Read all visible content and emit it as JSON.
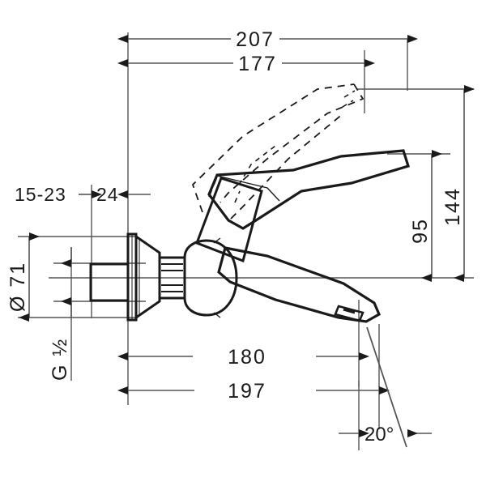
{
  "drawing": {
    "title": "Wall-mounted single-lever basin mixer dimensioned drawing",
    "units": "mm",
    "line_color": "#1a1a1a",
    "thin_line_color": "#555555",
    "background": "#ffffff"
  },
  "dimensions": {
    "top_overall": "207",
    "top_inner": "177",
    "wall_offset_range": "15-23",
    "wall_plate_depth": "24",
    "flange_diameter": "Ø 71",
    "thread_size": "G ½",
    "spout_height": "95",
    "lever_height": "144",
    "spout_reach": "180",
    "overall_reach": "197",
    "outlet_angle": "20°"
  },
  "labels": {
    "diameter_symbol": "Ø",
    "diameter_value": "71",
    "thread_prefix": "G",
    "thread_fraction": "½",
    "degree_symbol": "°"
  },
  "elements": {
    "wall_line": "wall-reference-line",
    "centre_axis": "horizontal-centre-axis",
    "escutcheon": "wall-flange-escutcheon",
    "inlet_connector": "threaded-inlet-connector",
    "body": "mixer-body",
    "spout": "swan-spout",
    "aerator": "aerator-outlet",
    "lever": "lever-handle",
    "lever_raised": "lever-handle-raised-phantom",
    "collar": "knurled-collar"
  }
}
